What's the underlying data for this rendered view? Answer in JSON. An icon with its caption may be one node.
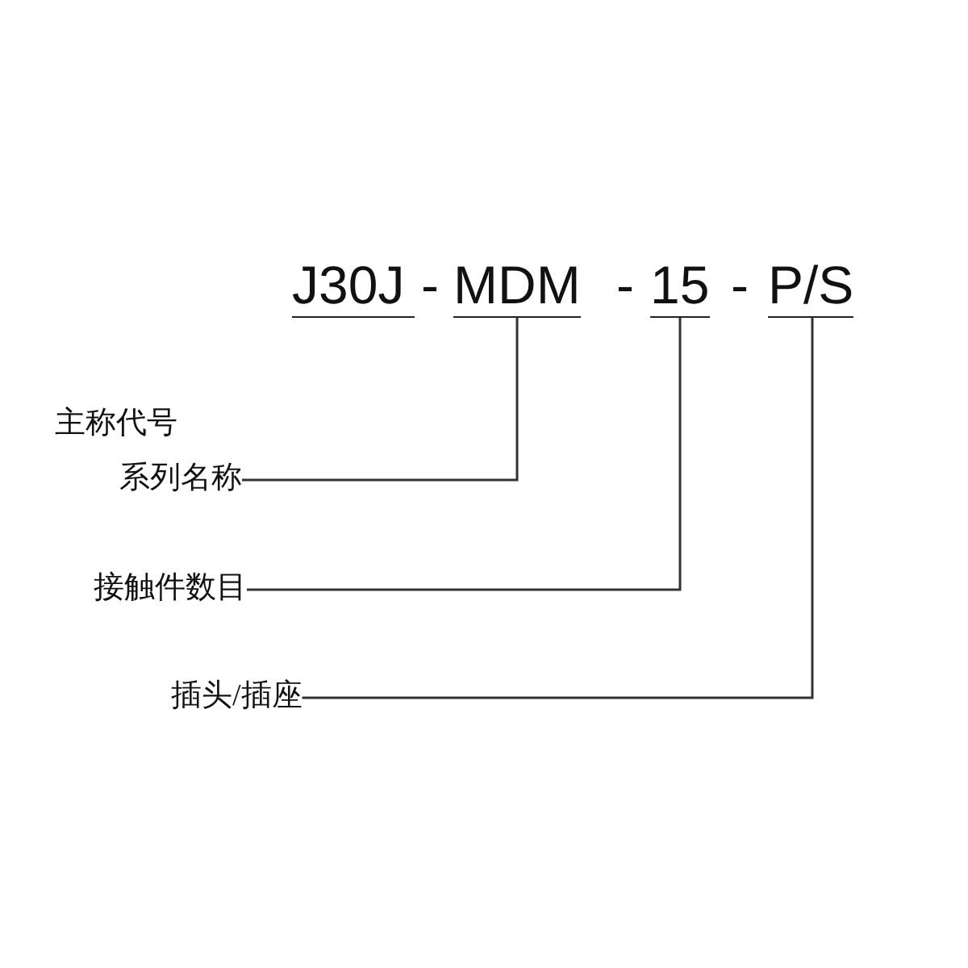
{
  "diagram": {
    "nodes": [
      {
        "text": [
          "MDM"
        ]
      },
      {
        "text": [
          "15"
        ]
      },
      {
        "text": [
          "P/S"
        ]
      },
      {
        "text": [
          "系列名称"
        ]
      },
      {
        "text": [
          "接触件数目"
        ]
      },
      {
        "text": [
          "插头/插座"
        ]
      }
    ],
    "edges": [
      {
        "from": 3,
        "to": 0,
        "arrow": "none"
      },
      {
        "from": 4,
        "to": 1,
        "arrow": "none"
      },
      {
        "from": 5,
        "to": 2,
        "arrow": "none"
      }
    ],
    "labels": [
      "J30J",
      "-",
      "-",
      "-",
      "主称代号"
    ]
  }
}
